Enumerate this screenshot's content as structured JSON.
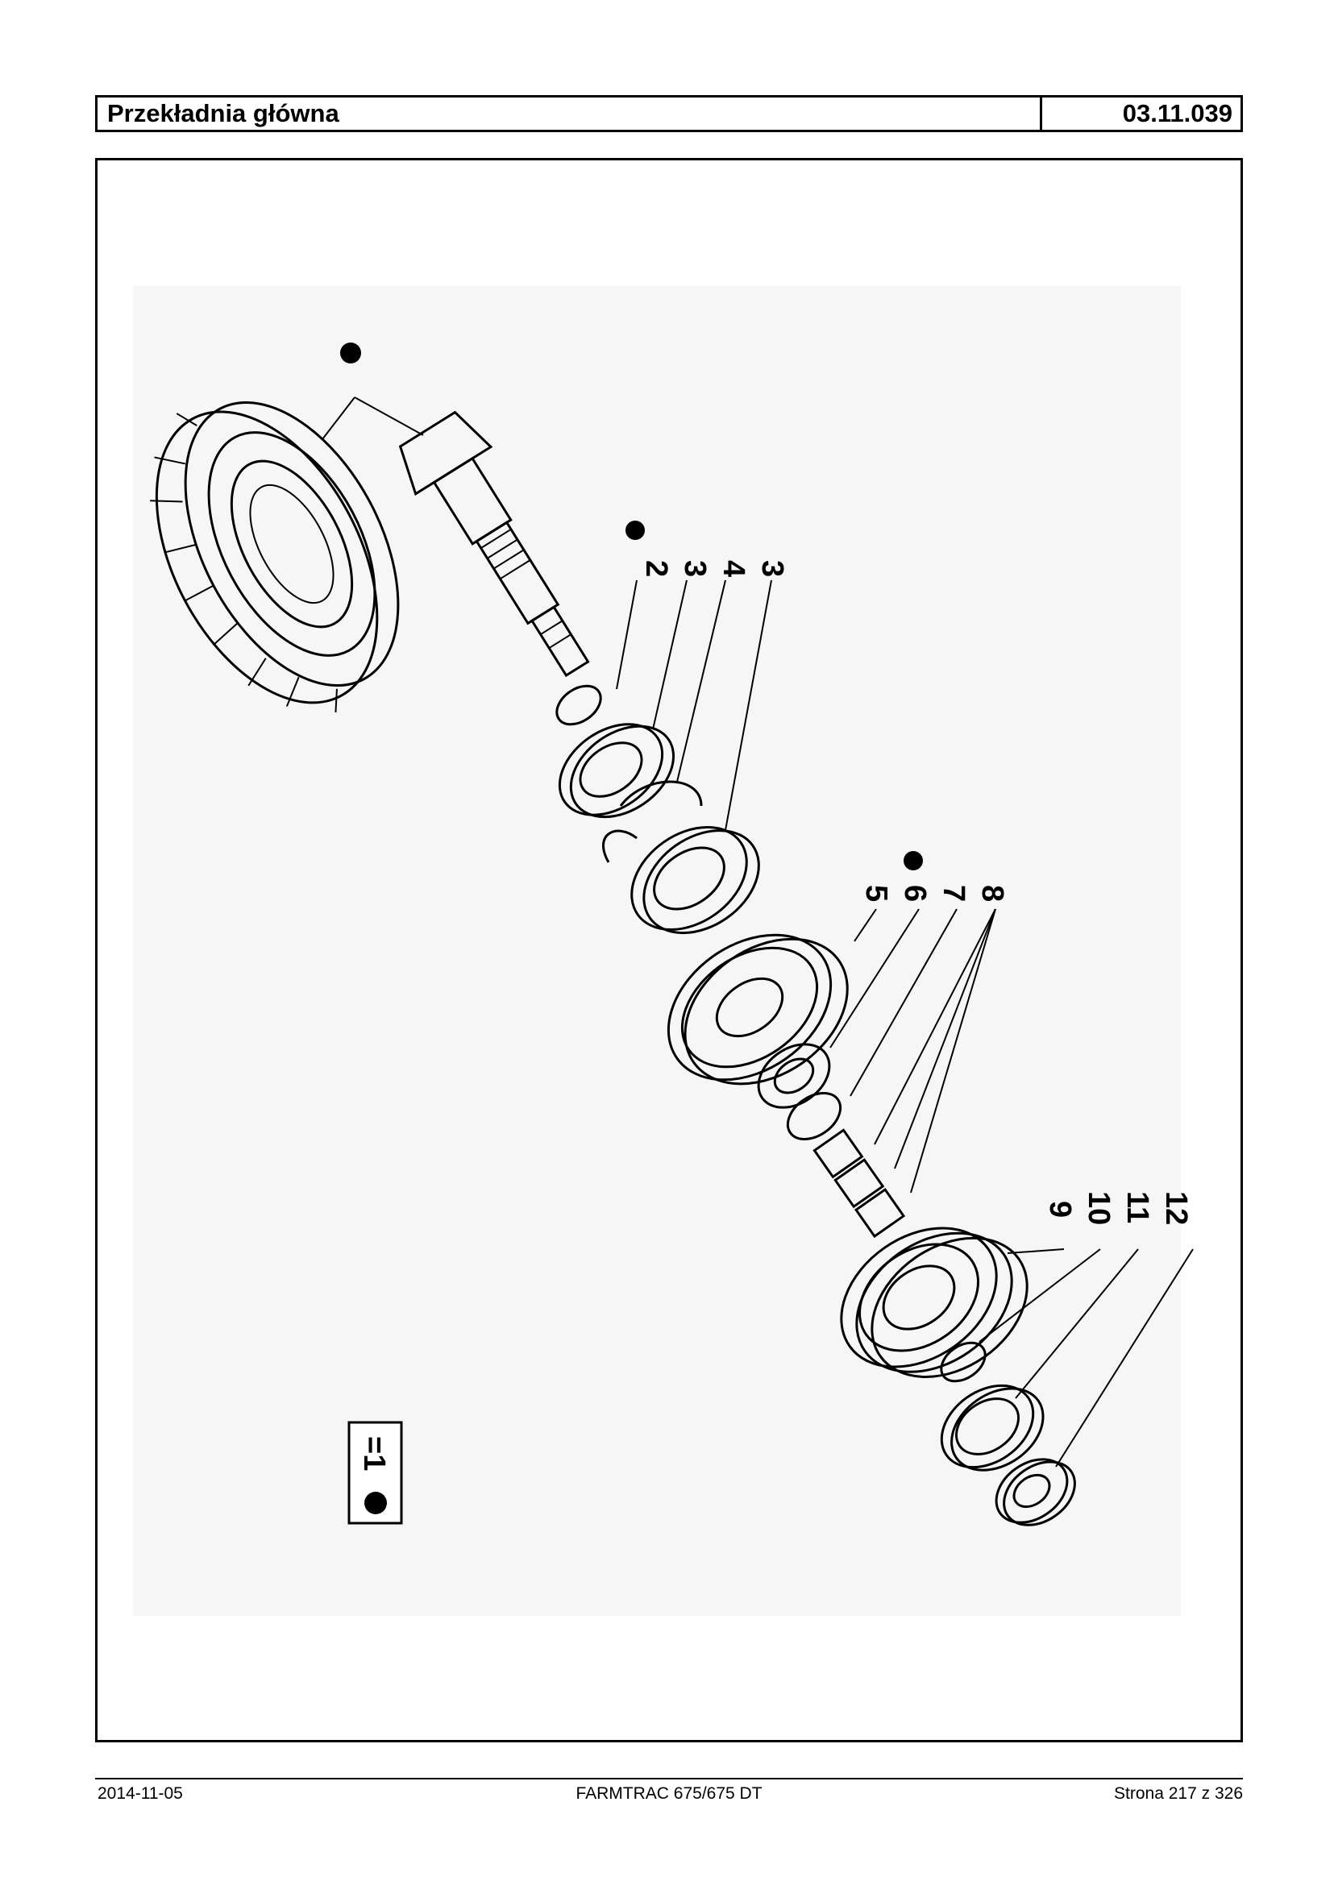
{
  "header": {
    "title": "Przekładnia główna",
    "code": "03.11.039"
  },
  "diagram": {
    "callouts": [
      {
        "id": "2"
      },
      {
        "id": "3a",
        "label": "3"
      },
      {
        "id": "4",
        "label": "4"
      },
      {
        "id": "3b",
        "label": "3"
      },
      {
        "id": "5",
        "label": "5"
      },
      {
        "id": "6",
        "label": "6"
      },
      {
        "id": "7",
        "label": "7"
      },
      {
        "id": "8",
        "label": "8"
      },
      {
        "id": "9",
        "label": "9"
      },
      {
        "id": "10",
        "label": "10"
      },
      {
        "id": "11",
        "label": "11"
      },
      {
        "id": "12",
        "label": "12"
      }
    ],
    "label_2": "2",
    "legend": "=1"
  },
  "footer": {
    "date": "2014-11-05",
    "model": "FARMTRAC 675/675 DT",
    "page": "Strona 217 z 326"
  }
}
